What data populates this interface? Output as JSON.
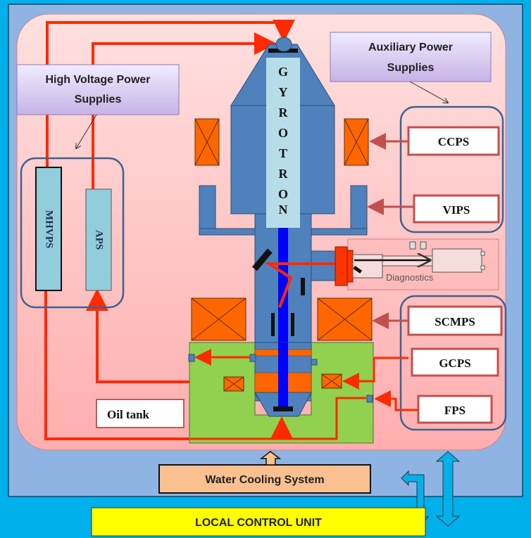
{
  "diagram": {
    "title_callouts": {
      "high_voltage": [
        "High Voltage Power",
        "Supplies"
      ],
      "auxiliary": [
        "Auxiliary Power",
        "Supplies"
      ]
    },
    "gyrotron_letters": [
      "G",
      "Y",
      "R",
      "O",
      "T",
      "R",
      "O",
      "N"
    ],
    "hv_supplies": {
      "mhvps": "MHVPS",
      "aps": "APS"
    },
    "aux_supplies": {
      "ccps": "CCPS",
      "vips": "VIPS"
    },
    "lower_supplies": {
      "scmps": "SCMPS",
      "gcps": "GCPS",
      "fps": "FPS"
    },
    "diagnostics": "Diagnostics",
    "oil_tank": "Oil tank",
    "water_cooling": "Water Cooling System",
    "local_control": "LOCAL CONTROL UNIT",
    "colors": {
      "outer_bg": "#00b0eb",
      "panel_bg": "#8fb4e3",
      "pink_area": "#ffc9c9",
      "gyrotron_body": "#4f81bd",
      "gyrotron_label": "#b7dde8",
      "coil": "#ff6600",
      "electron_beam": "#0000ff",
      "power_line": "#ff2a00",
      "oil_tank": "#92d050",
      "hv_box": "#92cddc",
      "water_cooling": "#fac090",
      "local_control": "#ffff00",
      "aux_arrow": "#c0504d"
    }
  }
}
